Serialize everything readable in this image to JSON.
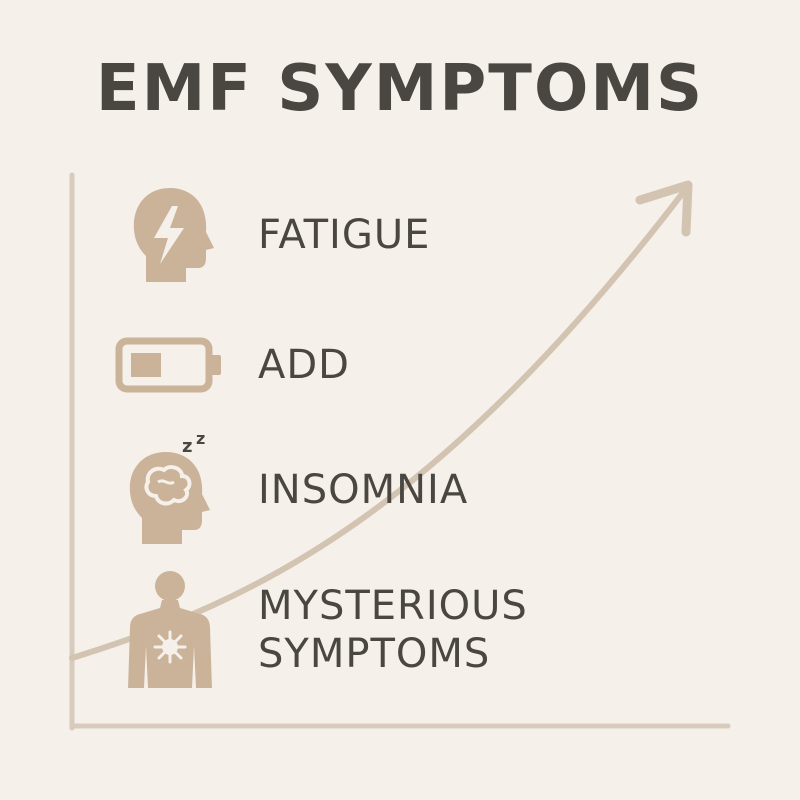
{
  "title": "EMF SYMPTOMS",
  "colors": {
    "background": "#f6f0ea",
    "icon": "#cbb39a",
    "text": "#4a4743",
    "axis": "#d8cbbd",
    "arrow": "#d3c4b2"
  },
  "symptoms": [
    {
      "label": "FATIGUE",
      "icon": "head-lightning-icon"
    },
    {
      "label": "ADD",
      "icon": "low-battery-icon"
    },
    {
      "label": "INSOMNIA",
      "icon": "sleeping-head-icon"
    },
    {
      "label_line1": "MYSTERIOUS",
      "label_line2": "SYMPTOMS",
      "icon": "body-burst-icon"
    }
  ]
}
